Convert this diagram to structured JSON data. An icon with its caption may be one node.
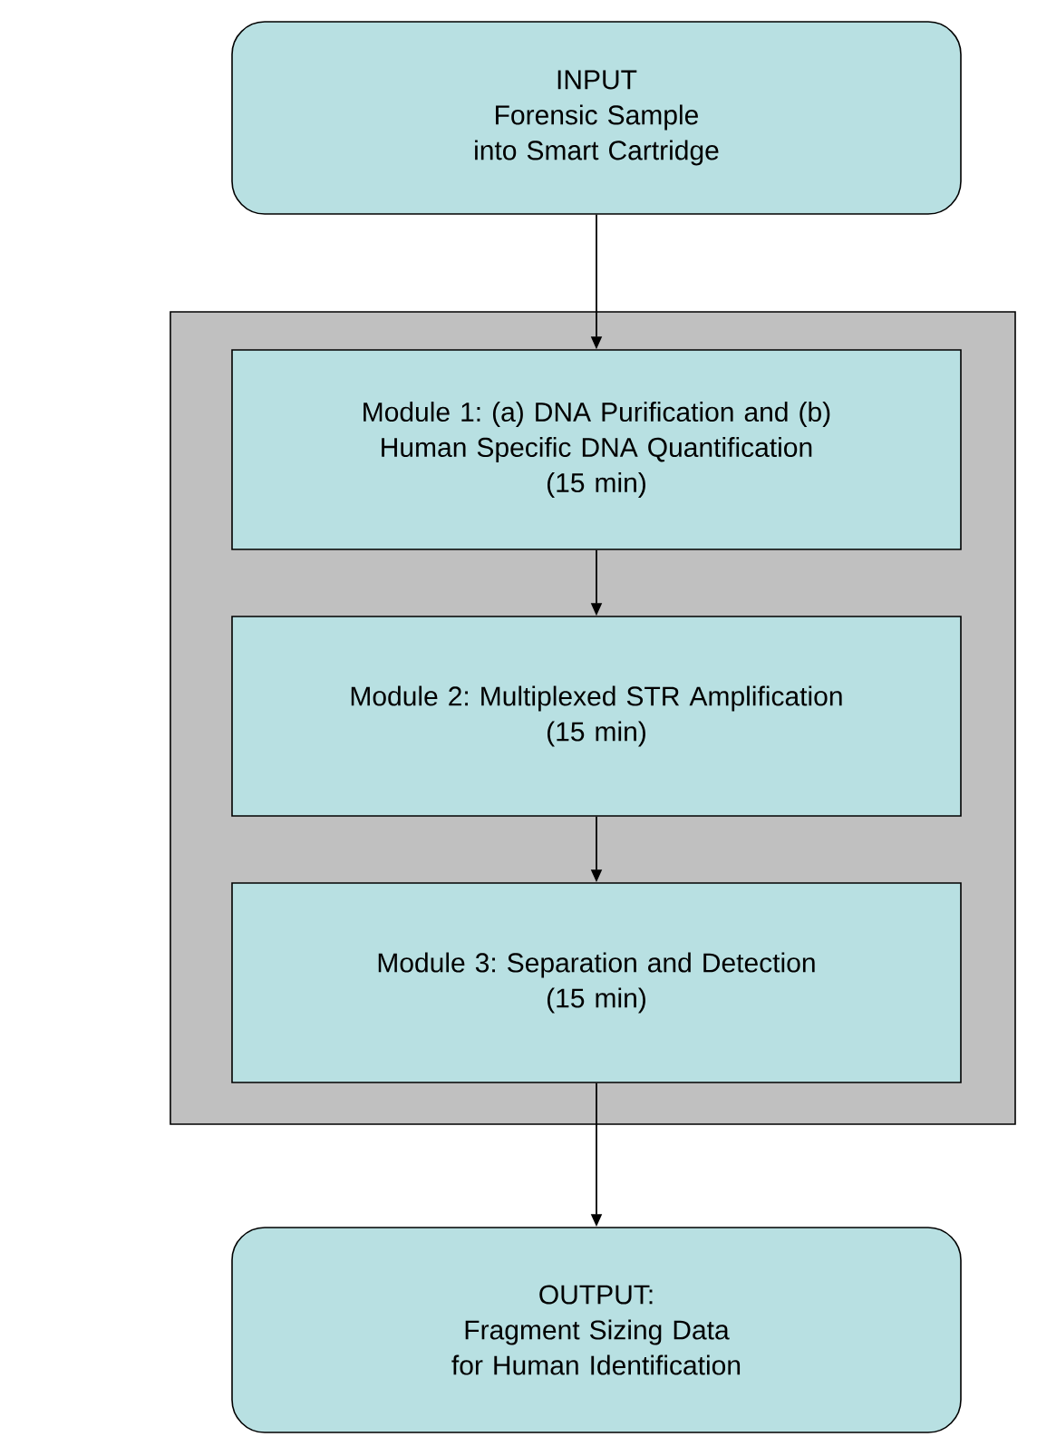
{
  "diagram": {
    "nodes": [
      {
        "text": [
          "INPUT",
          "Forensic Sample into Smart Cartridge"
        ]
      },
      {
        "text": [],
        "shape": "box"
      },
      {
        "text": [
          "Module 1: (a) DNA Purification and (b) Human Specific DNA Quantification",
          "(15 min)"
        ],
        "in": 1
      },
      {
        "text": [
          "Module 2: Multiplexed STR Amplification",
          "(15 min)"
        ],
        "in": 1
      },
      {
        "text": [
          "Module 3: Separation and Detection",
          "(15 min)"
        ],
        "in": 1
      },
      {
        "text": [
          "OUTPUT:",
          "Fragment Sizing Data for Human Identification"
        ]
      }
    ],
    "edges": [
      {
        "from": 0,
        "to": 2,
        "arrow": "to"
      },
      {
        "from": 2,
        "to": 3,
        "arrow": "to"
      },
      {
        "from": 3,
        "to": 4,
        "arrow": "to"
      },
      {
        "from": 4,
        "to": 5,
        "arrow": "to"
      }
    ]
  }
}
